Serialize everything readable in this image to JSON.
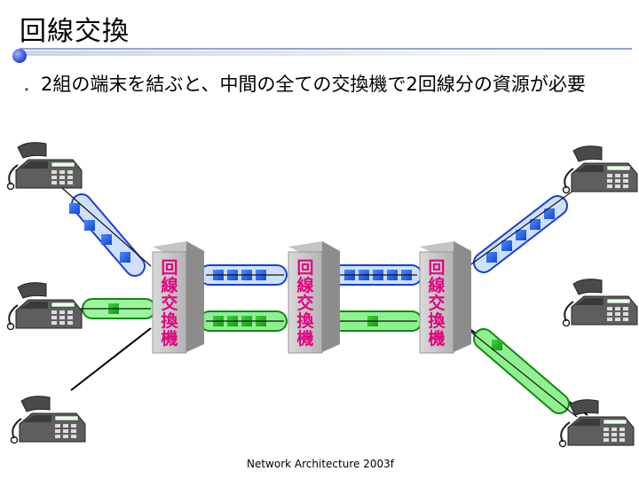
{
  "slide": {
    "title": "回線交換",
    "bullet": "・",
    "text": "2組の端末を結ぶと、中間の全ての交換機で2回線分の資源が必要",
    "footer": "Network Architecture 2003f"
  },
  "switches": [
    {
      "label": "回線交換機"
    },
    {
      "label": "回線交換機"
    },
    {
      "label": "回線交換機"
    }
  ],
  "colors": {
    "accent_blue": "#1f6bff",
    "accent_green": "#22bb22",
    "switch_label": "#e4007f",
    "tube_blue": "#c5d8ff",
    "tube_green": "#8ff08f"
  }
}
